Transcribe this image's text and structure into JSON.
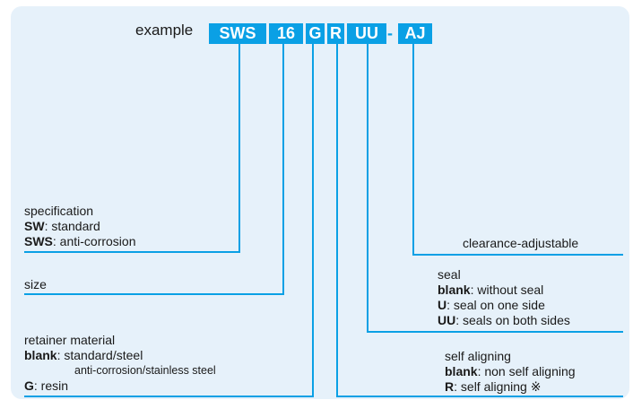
{
  "example": {
    "label": "example",
    "codes": [
      "SWS",
      "16",
      "G",
      "R",
      "UU",
      "AJ"
    ],
    "dash": "-"
  },
  "specification": {
    "title": "specification",
    "line1_key": "SW",
    "line1_val": ": standard",
    "line2_key": "SWS",
    "line2_val": ": anti-corrosion"
  },
  "size": {
    "title": "size"
  },
  "retainer": {
    "title": "retainer material",
    "line1_key": "blank",
    "line1_val": ": standard/steel",
    "line2": "anti-corrosion/stainless steel",
    "line3_key": "G",
    "line3_val": ": resin"
  },
  "clearance": {
    "title": "clearance-adjustable"
  },
  "seal": {
    "title": "seal",
    "line1_key": "blank",
    "line1_val": ": without seal",
    "line2_key": "U",
    "line2_val": ": seal on one side",
    "line3_key": "UU",
    "line3_val": ": seals on both sides"
  },
  "self_aligning": {
    "title": "self aligning",
    "line1_key": "blank",
    "line1_val": ": non self aligning",
    "line2_key": "R",
    "line2_val": ": self aligning ※"
  },
  "colors": {
    "accent": "#0aa0e5",
    "panel": "#e6f1fa",
    "text": "#1a1a1a"
  }
}
